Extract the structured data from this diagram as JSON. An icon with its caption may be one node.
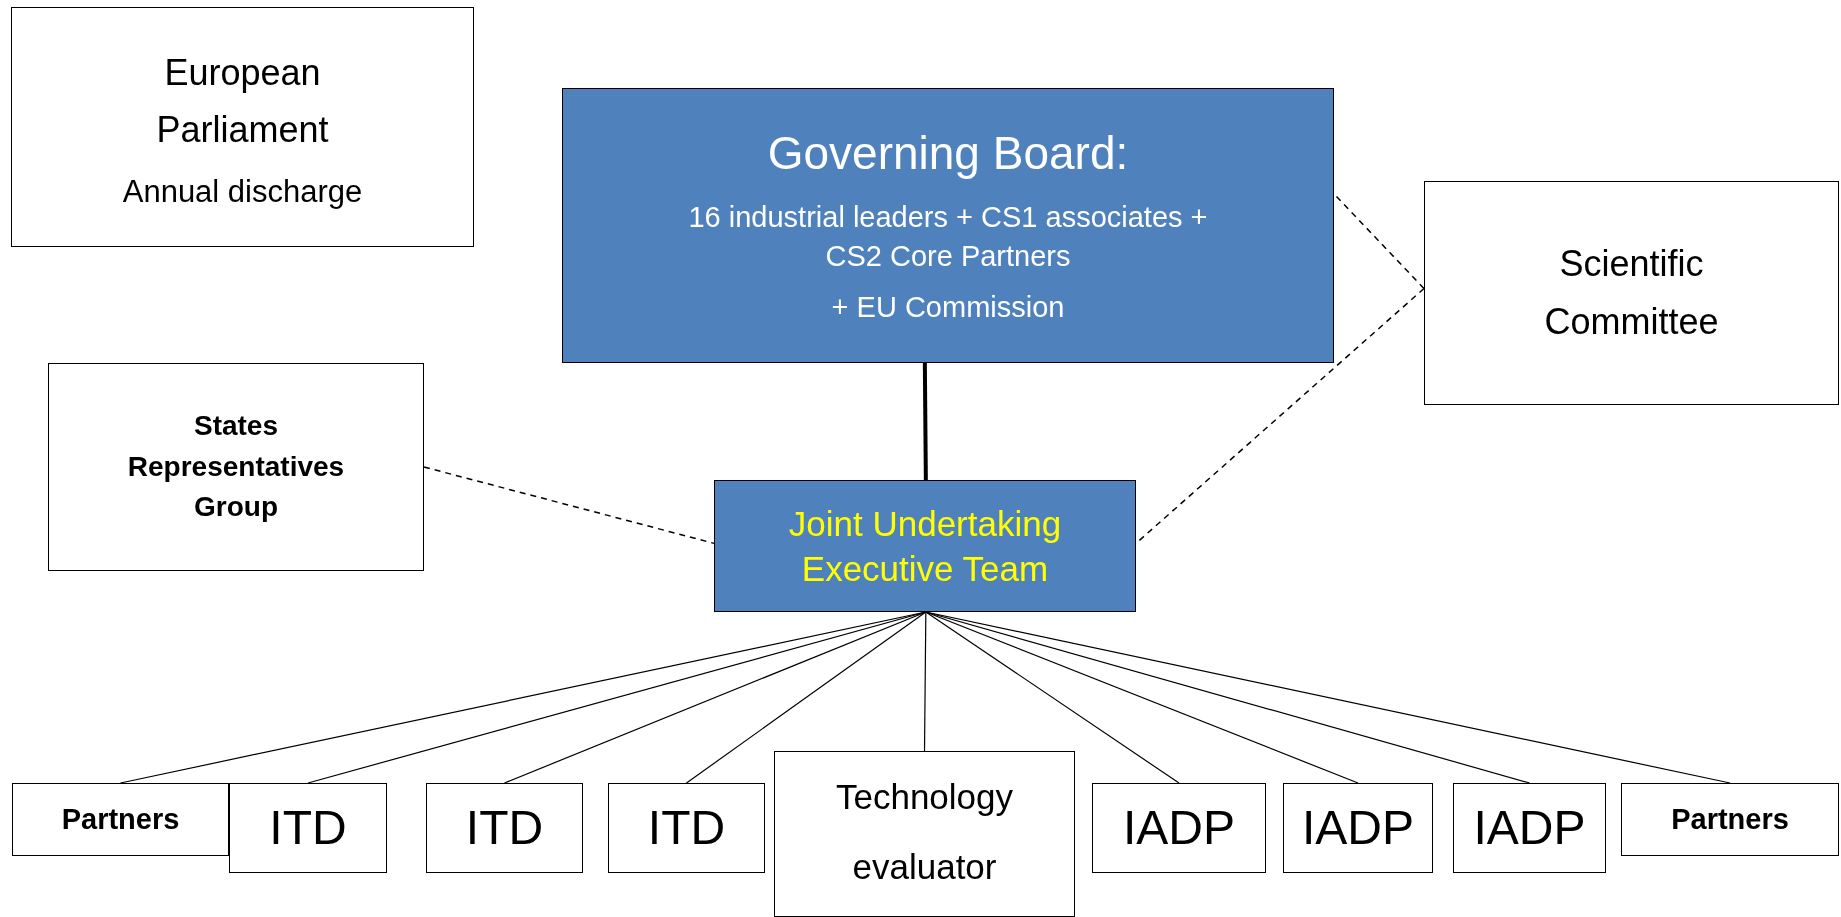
{
  "diagram": {
    "nodes": [
      {
        "text": [
          "European Parliament",
          "Annual discharge"
        ]
      },
      {
        "text": [
          "Governing Board:",
          "16 industrial leaders + CS1 associates + CS2 Core Partners",
          "+ EU Commission"
        ]
      },
      {
        "text": [
          "Scientific Committee"
        ]
      },
      {
        "text": [
          "States Representatives Group"
        ]
      },
      {
        "text": [
          "Joint Undertaking Executive Team"
        ]
      },
      {
        "text": [
          "Partners"
        ]
      },
      {
        "text": [
          "ITD"
        ]
      },
      {
        "text": [
          "ITD"
        ]
      },
      {
        "text": [
          "ITD"
        ]
      },
      {
        "text": [
          "Technology evaluator"
        ]
      },
      {
        "text": [
          "IADP"
        ]
      },
      {
        "text": [
          "IADP"
        ]
      },
      {
        "text": [
          "IADP"
        ]
      },
      {
        "text": [
          "Partners"
        ]
      }
    ],
    "edges": [
      {
        "from": 1,
        "to": 4,
        "arrow": "none",
        "style": "thick"
      },
      {
        "from": 2,
        "to": 1,
        "arrow": "none",
        "style": "dashed"
      },
      {
        "from": 2,
        "to": 4,
        "arrow": "none",
        "style": "dashed"
      },
      {
        "from": 3,
        "to": 4,
        "arrow": "none",
        "style": "dashed"
      },
      {
        "from": 4,
        "to": 5,
        "arrow": "none"
      },
      {
        "from": 4,
        "to": 6,
        "arrow": "none"
      },
      {
        "from": 4,
        "to": 7,
        "arrow": "none"
      },
      {
        "from": 4,
        "to": 8,
        "arrow": "none"
      },
      {
        "from": 4,
        "to": 9,
        "arrow": "none"
      },
      {
        "from": 4,
        "to": 10,
        "arrow": "none"
      },
      {
        "from": 4,
        "to": 11,
        "arrow": "none"
      },
      {
        "from": 4,
        "to": 12,
        "arrow": "none"
      },
      {
        "from": 4,
        "to": 13,
        "arrow": "none"
      }
    ]
  }
}
